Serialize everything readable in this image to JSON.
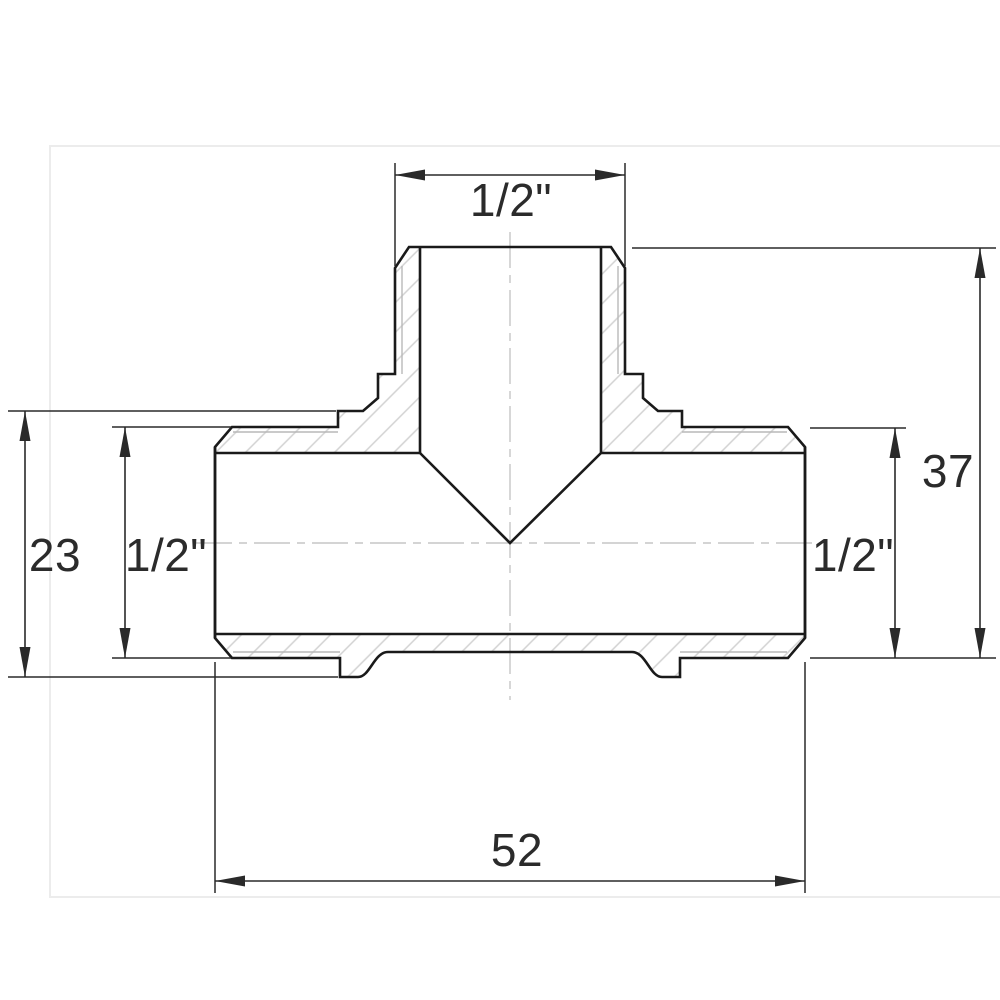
{
  "drawing": {
    "title": "Tee fitting cross-section technical drawing",
    "dimensions": {
      "top_branch_thread": "1/2\"",
      "left_body_height": "23",
      "left_thread": "1/2\"",
      "right_overall_height": "37",
      "right_thread": "1/2\"",
      "bottom_overall_width": "52"
    },
    "colors": {
      "background": "#ffffff",
      "outline": "#1a1a1a",
      "dimension": "#2a2a2a",
      "hatch": "#d2d2d2",
      "thread": "#b8b8b8",
      "centerline": "#c6c6c6",
      "frame": "#ececec"
    }
  }
}
